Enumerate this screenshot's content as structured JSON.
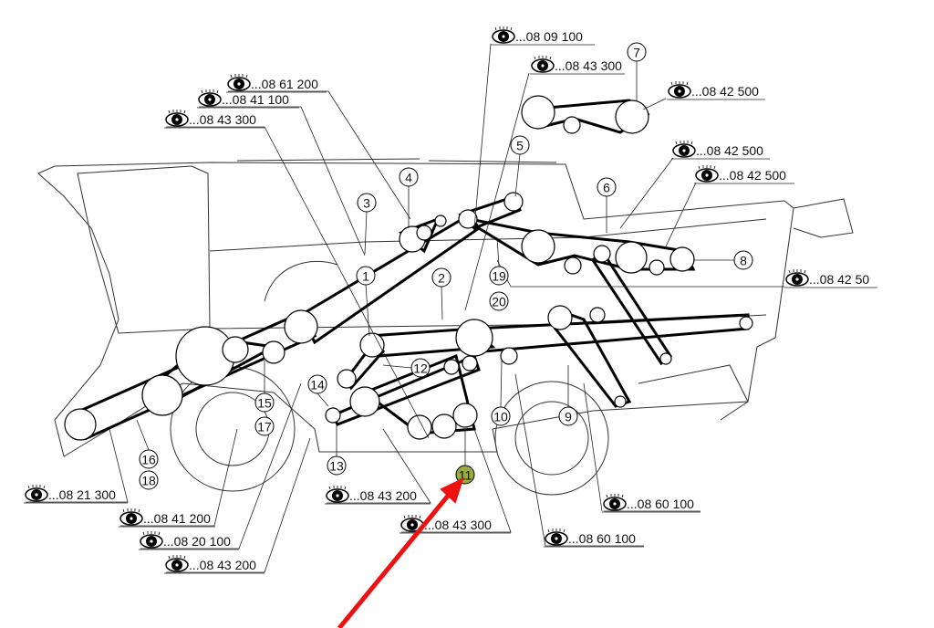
{
  "diagram": {
    "type": "belt-drive parts diagram",
    "highlight_color": "#9aab3c",
    "arrow_color": "#ee1111",
    "highlighted_callout": "11",
    "callouts": [
      "1",
      "2",
      "3",
      "4",
      "5",
      "6",
      "7",
      "8",
      "9",
      "10",
      "11",
      "12",
      "13",
      "14",
      "15",
      "16",
      "17",
      "18",
      "19",
      "20"
    ],
    "references": [
      {
        "icon": "eye-icon",
        "label": "...08 09 100"
      },
      {
        "icon": "eye-icon",
        "label": "...08 43 300"
      },
      {
        "icon": "eye-icon",
        "label": "...08 42 500"
      },
      {
        "icon": "eye-icon",
        "label": "...08 61 200"
      },
      {
        "icon": "eye-icon",
        "label": "...08 41 100"
      },
      {
        "icon": "eye-icon",
        "label": "...08 43 300"
      },
      {
        "icon": "eye-icon",
        "label": "...08 42 500"
      },
      {
        "icon": "eye-icon",
        "label": "...08 42 500"
      },
      {
        "icon": "eye-icon",
        "label": "...08 42 50"
      },
      {
        "icon": "eye-icon",
        "label": "...08 21 300"
      },
      {
        "icon": "eye-icon",
        "label": "...08 41 200"
      },
      {
        "icon": "eye-icon",
        "label": "...08 43 200"
      },
      {
        "icon": "eye-icon",
        "label": "...08 43 300"
      },
      {
        "icon": "eye-icon",
        "label": "...08 60 100"
      },
      {
        "icon": "eye-icon",
        "label": "...08 60 100"
      },
      {
        "icon": "eye-icon",
        "label": "...08 20 100"
      },
      {
        "icon": "eye-icon",
        "label": "...08 43 200"
      }
    ]
  }
}
